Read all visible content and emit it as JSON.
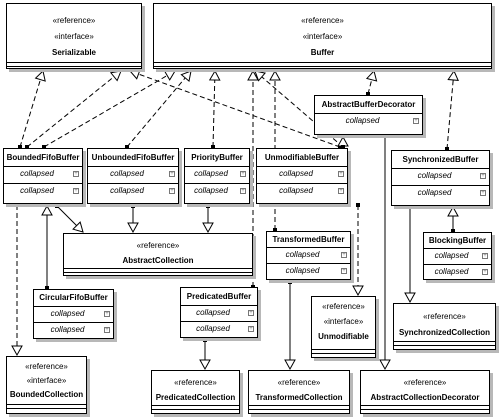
{
  "labels": {
    "reference": "«reference»",
    "interface": "«interface»",
    "collapsed": "collapsed"
  },
  "classes": {
    "serializable": "Serializable",
    "buffer": "Buffer",
    "abstract_buffer_decorator": "AbstractBufferDecorator",
    "bounded_fifo_buffer": "BoundedFifoBuffer",
    "unbounded_fifo_buffer": "UnboundedFifoBuffer",
    "priority_buffer": "PriorityBuffer",
    "unmodifiable_buffer": "UnmodifiableBuffer",
    "synchronized_buffer": "SynchronizedBuffer",
    "abstract_collection": "AbstractCollection",
    "transformed_buffer": "TransformedBuffer",
    "blocking_buffer": "BlockingBuffer",
    "circular_fifo_buffer": "CircularFifoBuffer",
    "predicated_buffer": "PredicatedBuffer",
    "unmodifiable": "Unmodifiable",
    "synchronized_collection": "SynchronizedCollection",
    "bounded_collection": "BoundedCollection",
    "predicated_collection": "PredicatedCollection",
    "transformed_collection": "TransformedCollection",
    "abstract_collection_decorator": "AbstractCollectionDecorator"
  }
}
